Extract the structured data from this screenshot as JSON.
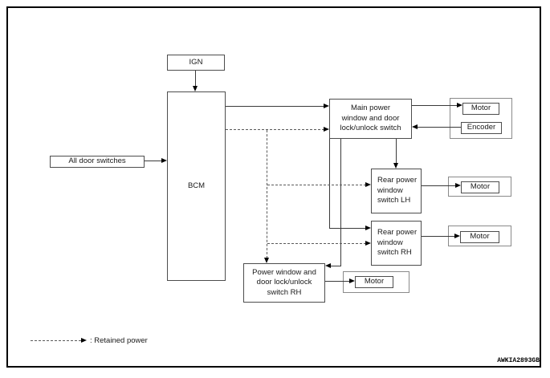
{
  "diagram": {
    "title_context": "Power window system block diagram",
    "nodes": {
      "ign": {
        "label": "IGN"
      },
      "bcm": {
        "label": "BCM"
      },
      "all_door_switches": {
        "label": "All door switches"
      },
      "main_switch": {
        "lines": [
          "Main power",
          "window and door",
          "lock/unlock switch"
        ]
      },
      "front_motor": {
        "label": "Motor"
      },
      "encoder": {
        "label": "Encoder"
      },
      "rear_switch_lh": {
        "lines": [
          "Rear power",
          "window",
          "switch LH"
        ]
      },
      "rear_motor_lh": {
        "label": "Motor"
      },
      "rear_switch_rh": {
        "lines": [
          "Rear power",
          "window",
          "switch RH"
        ]
      },
      "rear_motor_rh": {
        "label": "Motor"
      },
      "pw_switch_rh": {
        "lines": [
          "Power window and",
          "door lock/unlock",
          "switch RH"
        ]
      },
      "pw_motor_rh": {
        "label": "Motor"
      }
    },
    "legend": {
      "text": ": Retained power"
    },
    "figure_id": "AWKIA2893GB",
    "colors": {
      "background": "#ffffff",
      "frame": "#000000",
      "box_border": "#4d4d4d",
      "enclosure_border": "#8a8a8a",
      "line": "#3a3a3a",
      "arrow": "#000000"
    }
  }
}
